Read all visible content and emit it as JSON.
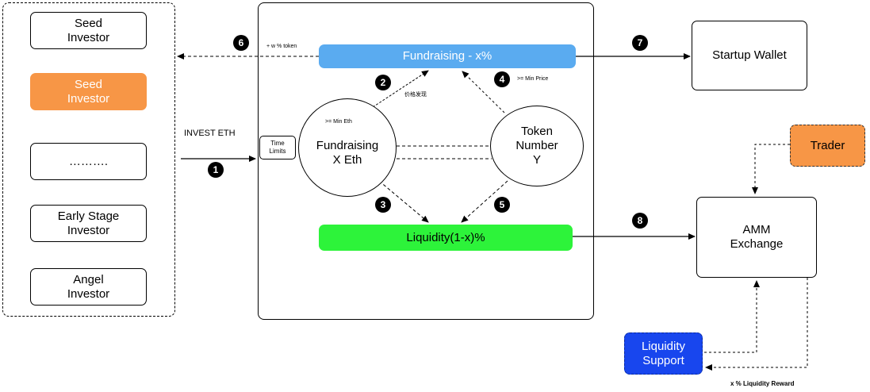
{
  "investors": [
    {
      "label": "Seed\nInvestor",
      "highlight": false
    },
    {
      "label": "Seed\nInvestor",
      "highlight": true
    },
    {
      "label": "……….",
      "highlight": false
    },
    {
      "label": "Early Stage\nInvestor",
      "highlight": false
    },
    {
      "label": "Angel\nInvestor",
      "highlight": false
    }
  ],
  "invest_label": "INVEST ETH",
  "time_limits": "Time\nLimits",
  "fundraising_bar": "Fundraising  - x%",
  "liquidity_bar": "Liquidity(1-x)%",
  "fundraising_circle": "Fundraising\nX Eth",
  "min_eth": ">=  Min Eth",
  "token_circle": "Token\nNumber\nY",
  "min_price": ">=  Min Price",
  "price_discovery": "价格发现",
  "token_reward": "+ w % token",
  "startup_wallet": "Startup Wallet",
  "trader": "Trader",
  "amm": "AMM\nExchange",
  "liquidity_support": "Liquidity\nSupport",
  "liquidity_reward": "x % Liquidity Reward",
  "badges": [
    "1",
    "2",
    "3",
    "4",
    "5",
    "6",
    "7",
    "8"
  ],
  "colors": {
    "orange": "#f79646",
    "blue_bar": "#5aabf0",
    "green_bar": "#2df33a",
    "blue_support": "#1846ee"
  }
}
